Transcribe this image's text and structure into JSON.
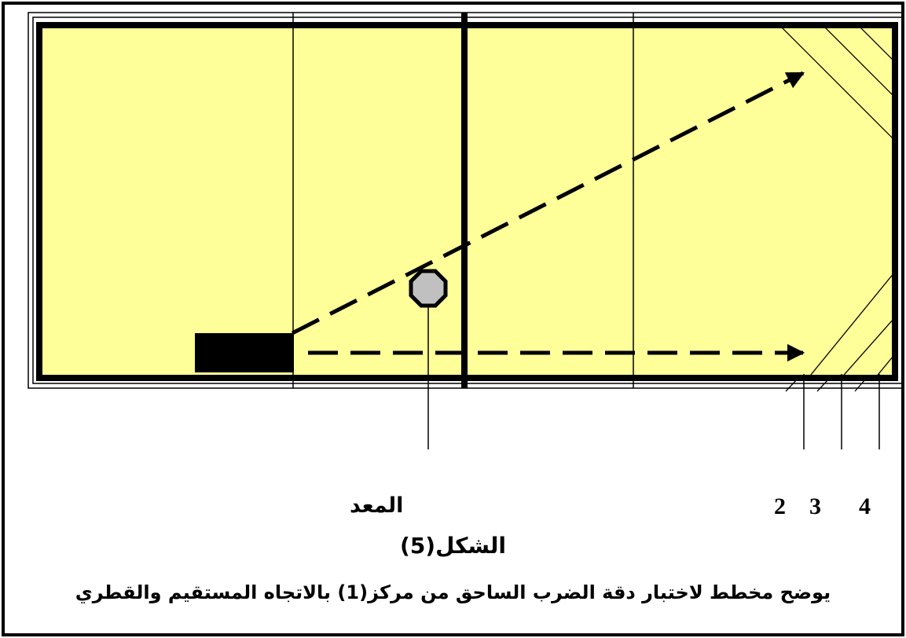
{
  "diagram": {
    "court_color": "#ffff99",
    "setter_marker_color": "#c0c0c0",
    "zone_labels": [
      "2",
      "3",
      "4"
    ],
    "setter_label": "المعد",
    "figure_title": "الشكل(5)",
    "caption": "يوضح مخطط لاختبار دقة الضرب الساحق من مركز(1) بالاتجاه المستقيم والقطري"
  }
}
